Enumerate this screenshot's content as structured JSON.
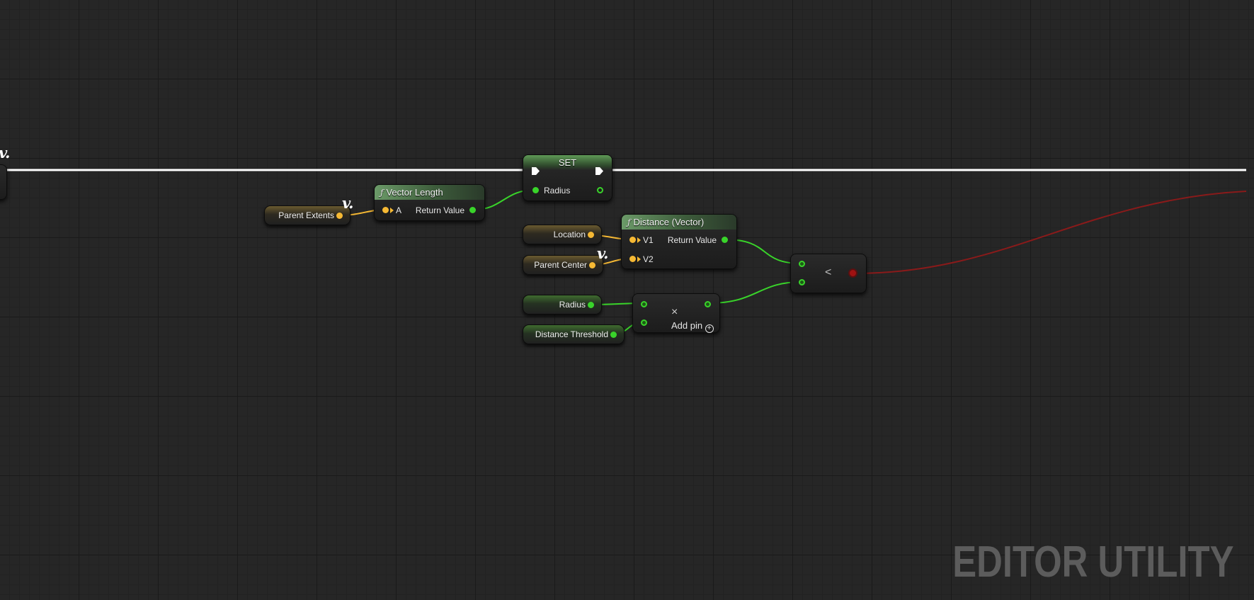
{
  "graph": {
    "watermark": "EDITOR UTILITY",
    "var_icon": "v.",
    "colors": {
      "background": "#262626",
      "vector_pin": "#f6b934",
      "float_pin": "#39d42a",
      "bool_wire": "#8a1a1a",
      "exec_wire": "#ffffff"
    }
  },
  "nodes": {
    "parent_extents": {
      "label": "Parent Extents",
      "type": "vector-variable"
    },
    "vector_length": {
      "title": "Vector Length",
      "func_icon": "ƒ",
      "input_a": "A",
      "output": "Return Value"
    },
    "set_node": {
      "title": "SET",
      "input": "Radius"
    },
    "location": {
      "label": "Location",
      "type": "vector-variable"
    },
    "parent_center": {
      "label": "Parent Center",
      "type": "vector-variable"
    },
    "distance_vector": {
      "title": "Distance (Vector)",
      "func_icon": "ƒ",
      "input_v1": "V1",
      "input_v2": "V2",
      "output": "Return Value"
    },
    "radius_var": {
      "label": "Radius",
      "type": "float-variable"
    },
    "distance_threshold": {
      "label": "Distance Threshold",
      "type": "float-variable"
    },
    "multiply": {
      "symbol": "×",
      "add_pin": "Add pin",
      "add_pin_icon": "plus-circle-icon"
    },
    "less_than": {
      "symbol": "<"
    }
  }
}
